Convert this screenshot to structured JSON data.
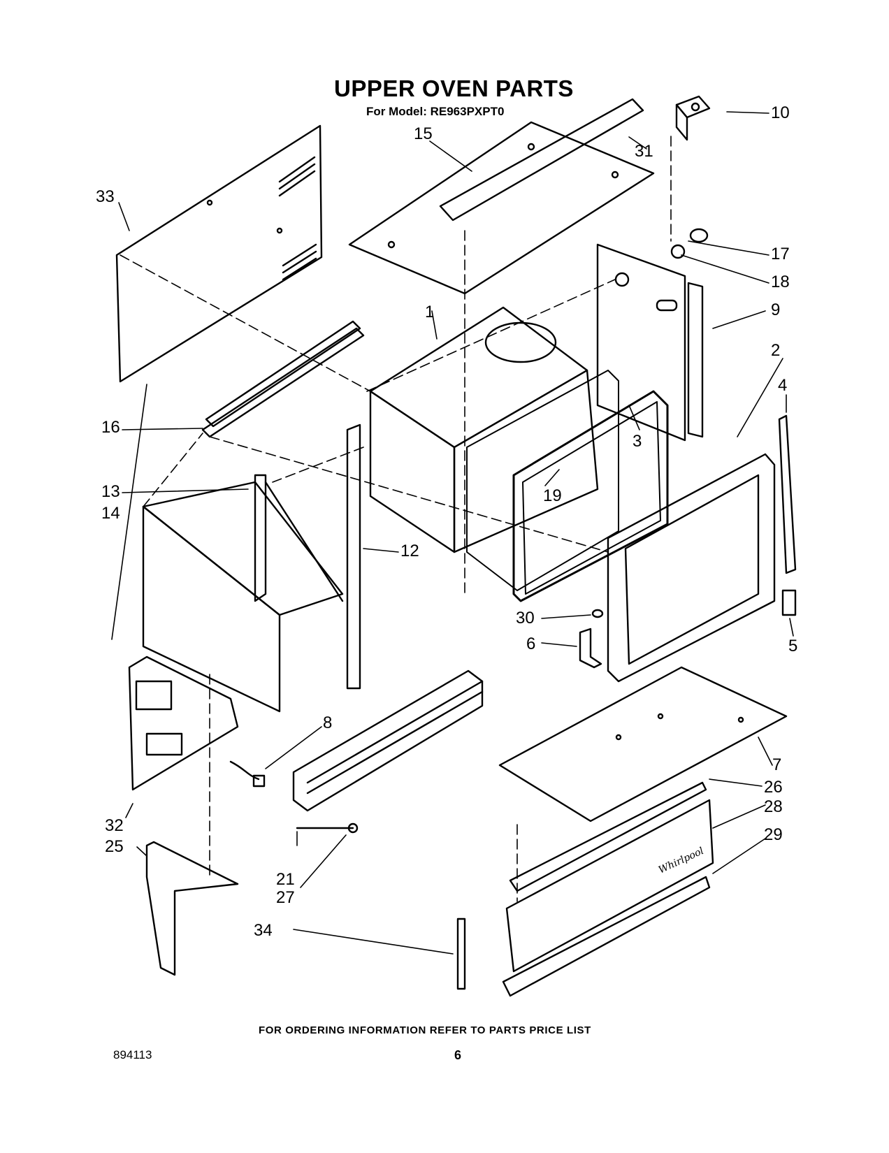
{
  "header": {
    "title": "UPPER OVEN PARTS",
    "model": "For Model: RE963PXPT0"
  },
  "callouts": {
    "c1": "1",
    "c2": "2",
    "c3": "3",
    "c4": "4",
    "c5": "5",
    "c6": "6",
    "c7": "7",
    "c8": "8",
    "c9": "9",
    "c10": "10",
    "c12": "12",
    "c13": "13",
    "c14": "14",
    "c15": "15",
    "c16": "16",
    "c17": "17",
    "c18": "18",
    "c19": "19",
    "c21": "21",
    "c25": "25",
    "c26": "26",
    "c27": "27",
    "c28": "28",
    "c29": "29",
    "c30": "30",
    "c31": "31",
    "c32": "32",
    "c33": "33",
    "c34": "34"
  },
  "footer": {
    "ordering_note": "FOR ORDERING INFORMATION REFER TO PARTS PRICE LIST",
    "document_number": "894113",
    "page_number": "6"
  },
  "icons": {
    "logo": "whirlpool-script-logo"
  }
}
